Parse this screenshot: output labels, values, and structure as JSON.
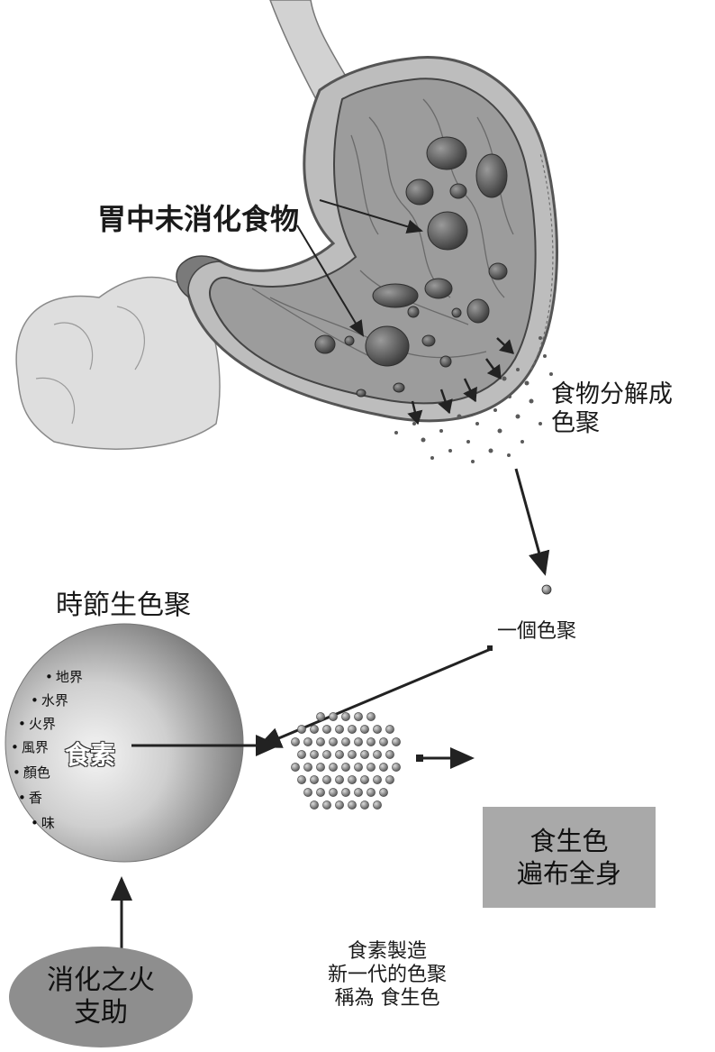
{
  "labels": {
    "undigested_food": "胃中未消化食物",
    "breakdown_line1": "食物分解成",
    "breakdown_line2": "色聚",
    "single_kalapa": "一個色聚",
    "seasonal_kalapa": "時節生色聚",
    "food_element": "食素",
    "nutriment_box_line1": "食生色",
    "nutriment_box_line2": "遍布全身",
    "new_gen_line1": "食素製造",
    "new_gen_line2": "新一代的色聚",
    "new_gen_line3": "稱為 食生色",
    "digestive_fire_line1": "消化之火",
    "digestive_fire_line2": "支助"
  },
  "sphere_components": [
    "地界",
    "水界",
    "火界",
    "風界",
    "顏色",
    "香",
    "味"
  ],
  "colors": {
    "stomach_wall": "#b8b8b8",
    "stomach_lining": "#8a8a8a",
    "food_lumps": "#5a5a5a",
    "sphere_light": "#f4f4f4",
    "sphere_dark": "#6e6e6e",
    "box_fill": "#a9a9a9",
    "ellipse_fill": "#8e8e8e",
    "arrow": "#222222"
  }
}
